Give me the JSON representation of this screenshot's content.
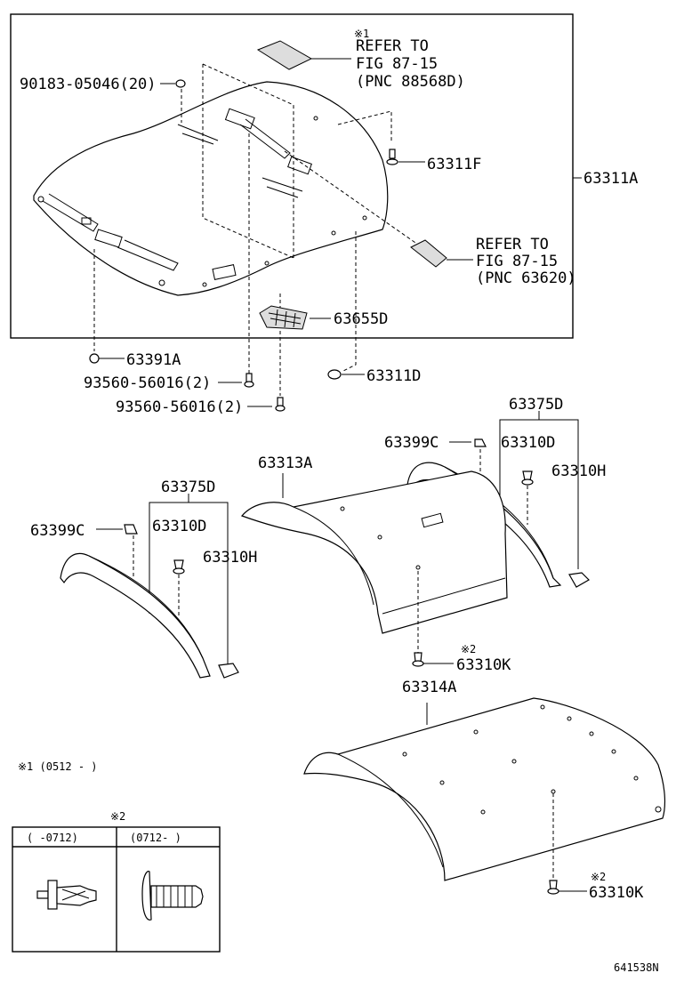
{
  "labels": {
    "p90183": "90183-05046(20)",
    "ref1_mark": "※1",
    "ref1_a": "REFER TO",
    "ref1_b": "FIG 87-15",
    "ref1_c": "(PNC 88568D)",
    "p63311F": "63311F",
    "p63311A": "63311A",
    "ref2_a": "REFER TO",
    "ref2_b": "FIG 87-15",
    "ref2_c": "(PNC 63620)",
    "p63655D": "63655D",
    "p63391A": "63391A",
    "p93560_a": "93560-56016(2)",
    "p93560_b": "93560-56016(2)",
    "p63311D": "63311D",
    "p63375D_r": "63375D",
    "p63399C_r": "63399C",
    "p63310D_r": "63310D",
    "p63310H_r": "63310H",
    "p63313A": "63313A",
    "p63375D_l": "63375D",
    "p63399C_l": "63399C",
    "p63310D_l": "63310D",
    "p63310H_l": "63310H",
    "mark2_a": "※2",
    "p63310K_a": "63310K",
    "p63314A": "63314A",
    "note1": "※1 (0512 -      )",
    "mark2_b": "※2",
    "p63310K_b": "63310K",
    "table_mark": "※2",
    "table_col1": "(    -0712)",
    "table_col2": "(0712-    )",
    "diagram_code": "641538N"
  }
}
